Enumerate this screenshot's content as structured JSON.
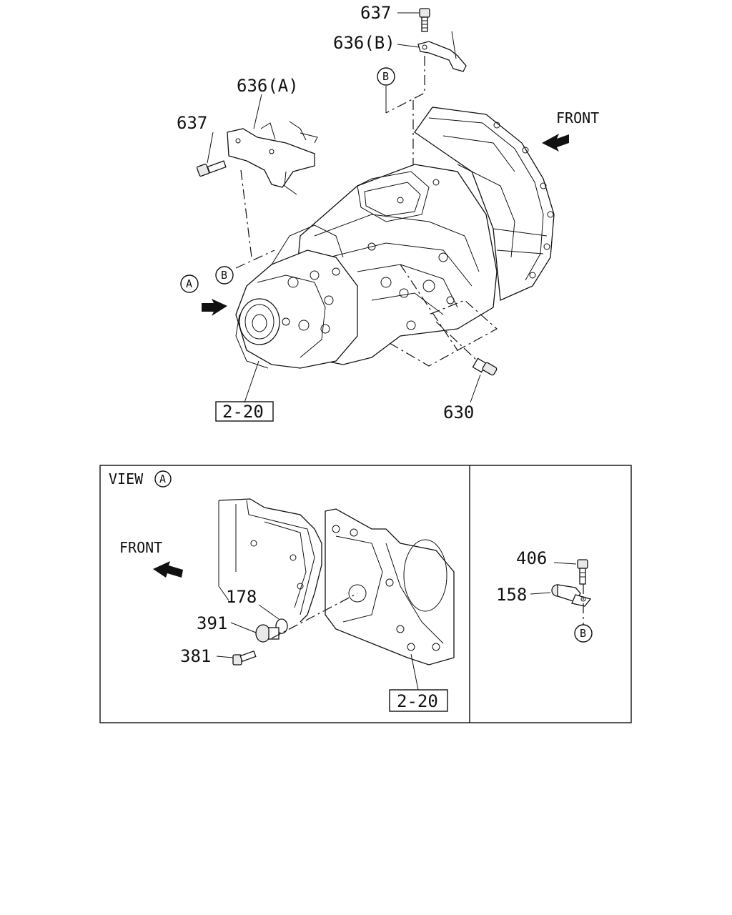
{
  "main_view": {
    "labels": {
      "bolt_top": "637",
      "bracket_b": "636(B)",
      "bracket_a": "636(A)",
      "bolt_left": "637",
      "switch": "630",
      "ref_box": "2-20"
    },
    "markers": {
      "b_top": "B",
      "b_left": "B",
      "a_view": "A"
    },
    "front_label": "FRONT"
  },
  "view_panel": {
    "title": "VIEW",
    "title_marker": "A",
    "front_label": "FRONT",
    "labels": {
      "oring": "178",
      "sensor": "391",
      "bolt": "381",
      "ref_box": "2-20"
    }
  },
  "side_panel": {
    "labels": {
      "bolt": "406",
      "connector": "158"
    },
    "marker": "B"
  }
}
